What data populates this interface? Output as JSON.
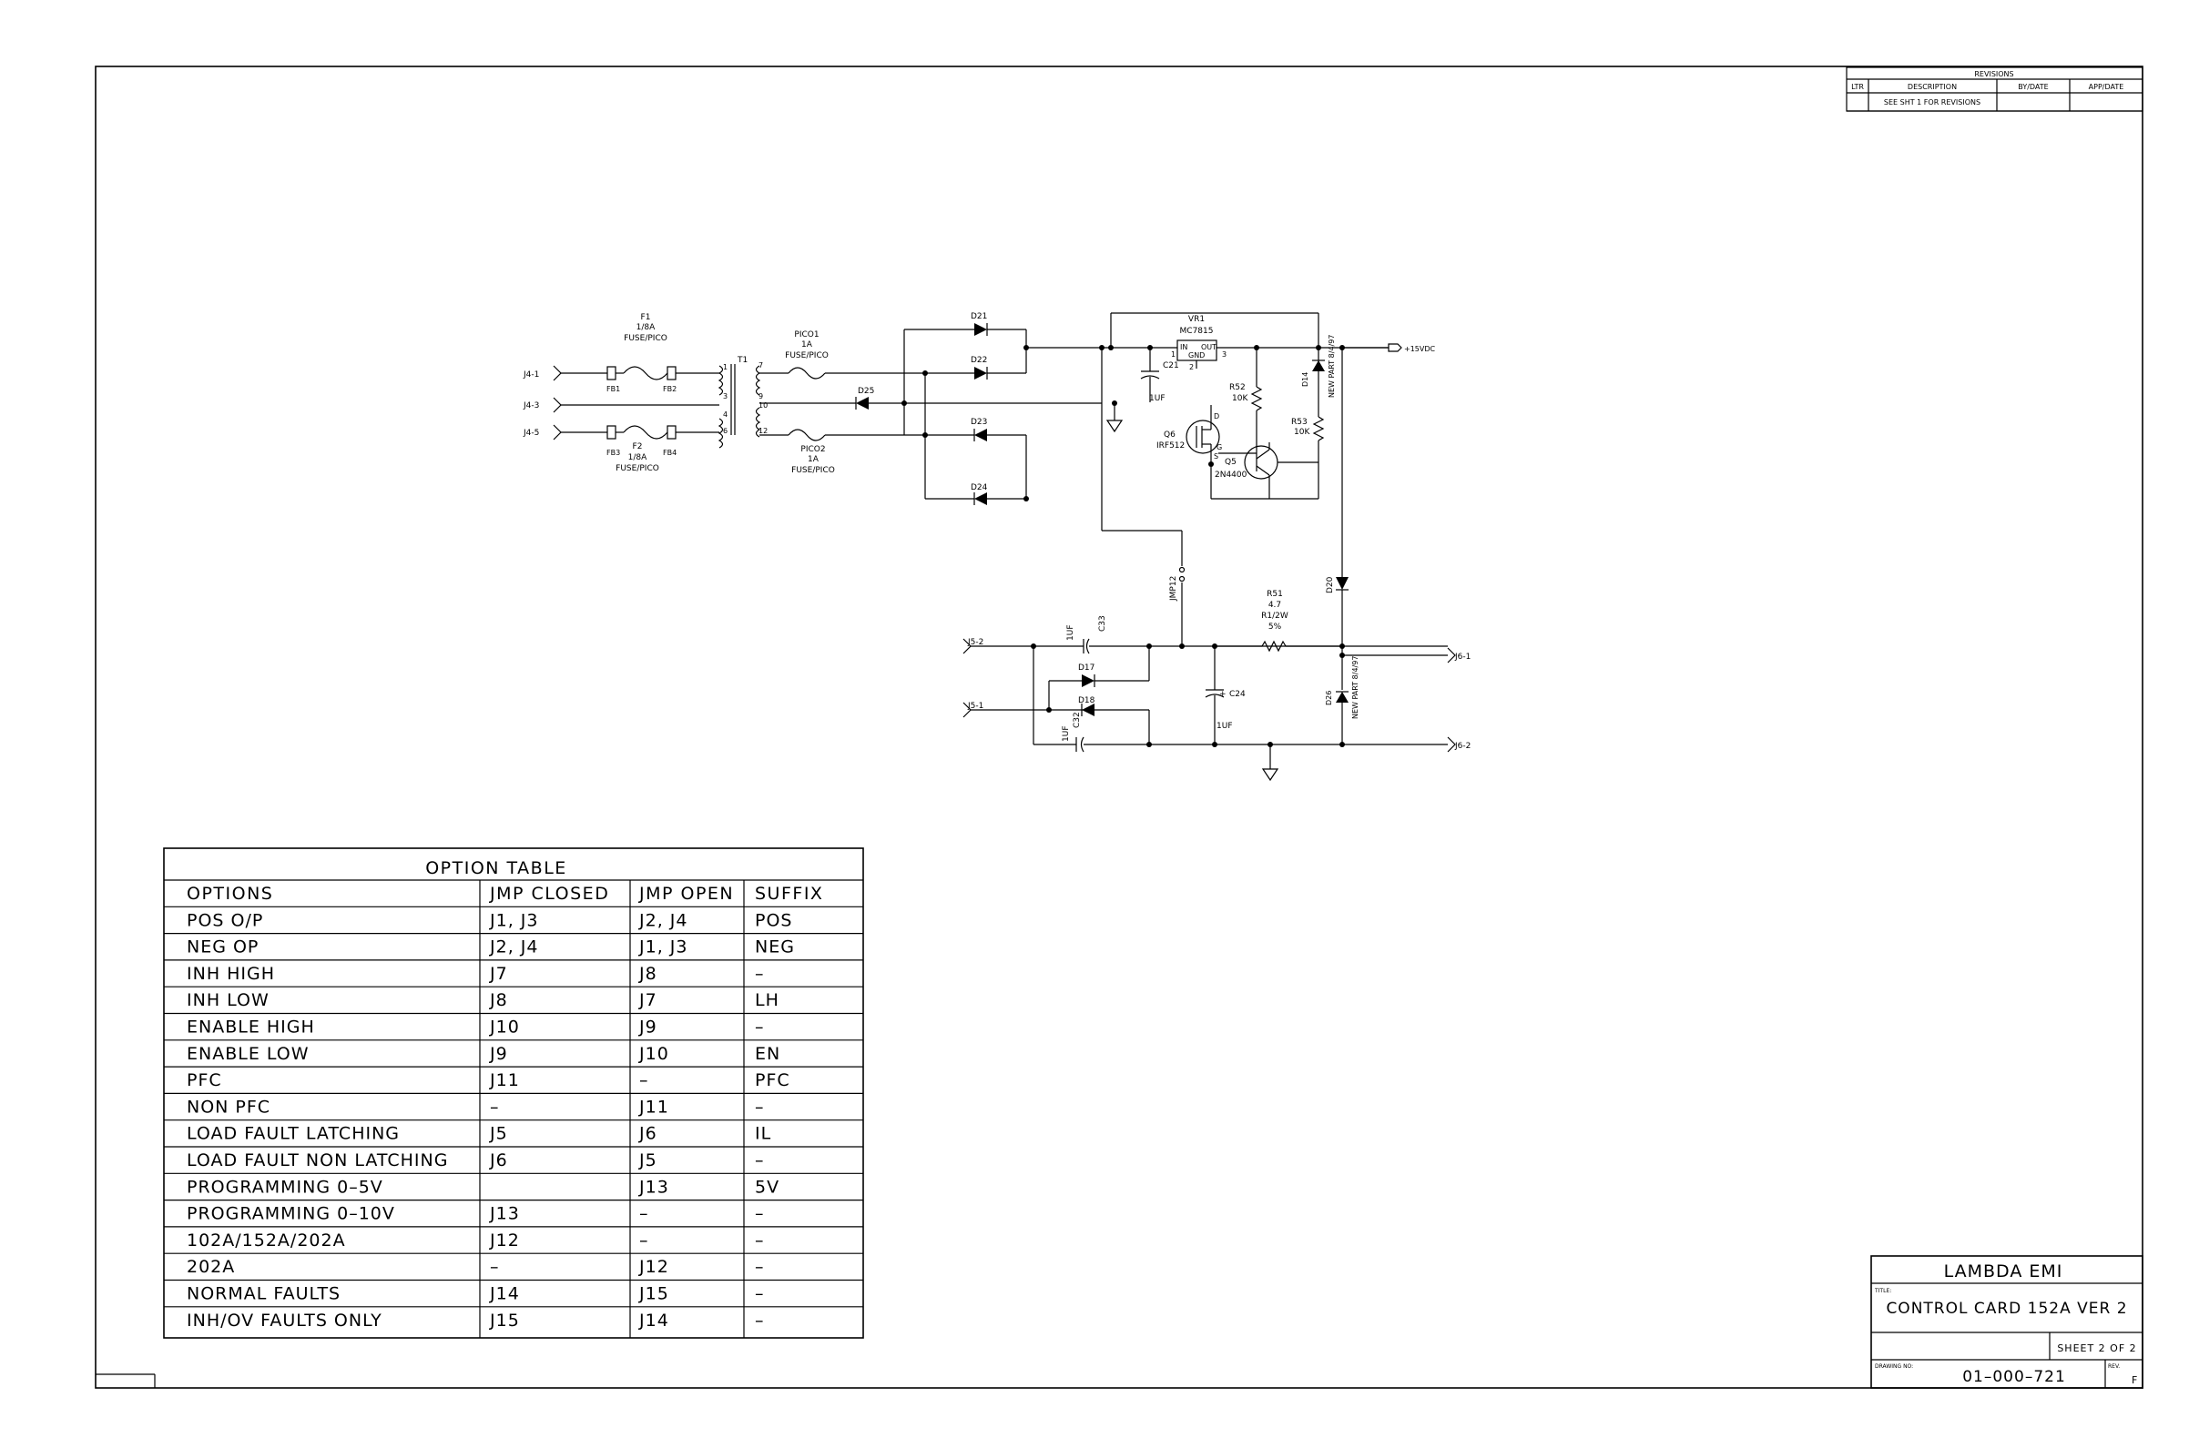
{
  "revisions": {
    "title": "REVISIONS",
    "headers": [
      "LTR",
      "DESCRIPTION",
      "BY/DATE",
      "APP/DATE"
    ],
    "row": [
      "",
      "SEE SHT 1 FOR REVISIONS",
      "",
      ""
    ]
  },
  "schematic": {
    "connectors": {
      "j4_1": "J4-1",
      "j4_3": "J4-3",
      "j4_5": "J4-5",
      "j5_2": "J5-2",
      "j5_1": "J5-1",
      "j6_1": "J6-1",
      "j6_2": "J6-2",
      "out15": "+15VDC"
    },
    "fuses": {
      "f1": [
        "F1",
        "1/8A",
        "FUSE/PICO"
      ],
      "f2": [
        "F2",
        "1/8A",
        "FUSE/PICO"
      ],
      "pico1": [
        "PICO1",
        "1A",
        "FUSE/PICO"
      ],
      "pico2": [
        "PICO2",
        "1A",
        "FUSE/PICO"
      ]
    },
    "ferrites": [
      "FB1",
      "FB2",
      "FB3",
      "FB4"
    ],
    "transformer": {
      "label": "T1",
      "pins": [
        "1",
        "3",
        "4",
        "6",
        "7",
        "9",
        "10",
        "12"
      ]
    },
    "diodes": [
      "D21",
      "D22",
      "D23",
      "D24",
      "D25",
      "D17",
      "D18",
      "D20",
      "D14",
      "D26"
    ],
    "regulator": {
      "ref": "VR1",
      "part": "MC7815",
      "in": "IN",
      "out": "OUT",
      "gnd": "GND",
      "pin1": "1",
      "pin2": "2",
      "pin3": "3"
    },
    "caps": {
      "c21": "C21",
      "c21_val": "1UF",
      "c33": "C33",
      "c33_val": "1UF",
      "c32": "C32",
      "c32_val": "1UF",
      "c24": "C24",
      "c24_val": "1UF",
      "plus": "+"
    },
    "resistors": {
      "r52": [
        "R52",
        "10K"
      ],
      "r53": [
        "R53",
        "10K"
      ],
      "r51": [
        "R51",
        "4.7",
        "R1/2W",
        "5%"
      ]
    },
    "transistors": {
      "q6": [
        "Q6",
        "IRF512"
      ],
      "q5": [
        "Q5",
        "2N4400"
      ],
      "pins": {
        "d": "D",
        "s": "S",
        "g": "G"
      }
    },
    "jumper": "JMP12",
    "led_note": "NEW PART 8/4/97"
  },
  "option_table": {
    "title": "OPTION TABLE",
    "headers": [
      "OPTIONS",
      "JMP CLOSED",
      "JMP OPEN",
      "SUFFIX"
    ],
    "rows": [
      [
        "POS O/P",
        "J1, J3",
        "J2, J4",
        "POS"
      ],
      [
        "NEG OP",
        "J2, J4",
        "J1, J3",
        "NEG"
      ],
      [
        "INH HIGH",
        "J7",
        "J8",
        "–"
      ],
      [
        "INH LOW",
        "J8",
        "J7",
        "LH"
      ],
      [
        "ENABLE HIGH",
        "J10",
        "J9",
        "–"
      ],
      [
        "ENABLE LOW",
        "J9",
        "J10",
        "EN"
      ],
      [
        "PFC",
        "J11",
        "–",
        "PFC"
      ],
      [
        "NON PFC",
        "–",
        "J11",
        "–"
      ],
      [
        "LOAD FAULT LATCHING",
        "J5",
        "J6",
        "IL"
      ],
      [
        "LOAD FAULT NON LATCHING",
        "J6",
        "J5",
        "–"
      ],
      [
        "PROGRAMMING 0–5V",
        "",
        "J13",
        "5V"
      ],
      [
        "PROGRAMMING 0–10V",
        "J13",
        "–",
        "–"
      ],
      [
        "102A/152A/202A",
        "J12",
        "–",
        "–"
      ],
      [
        "202A",
        "–",
        "J12",
        "–"
      ],
      [
        "NORMAL FAULTS",
        "J14",
        "J15",
        "–"
      ],
      [
        "INH/OV FAULTS ONLY",
        "J15",
        "J14",
        "–"
      ]
    ]
  },
  "title_block": {
    "company": "LAMBDA   EMI",
    "title_label": "TITLE:",
    "title": "CONTROL CARD 152A VER 2",
    "sheet": "SHEET 2 OF 2",
    "drawing_label": "DRAWING NO:",
    "drawing_no": "01–000–721",
    "rev_label": "REV.",
    "rev": "F"
  }
}
